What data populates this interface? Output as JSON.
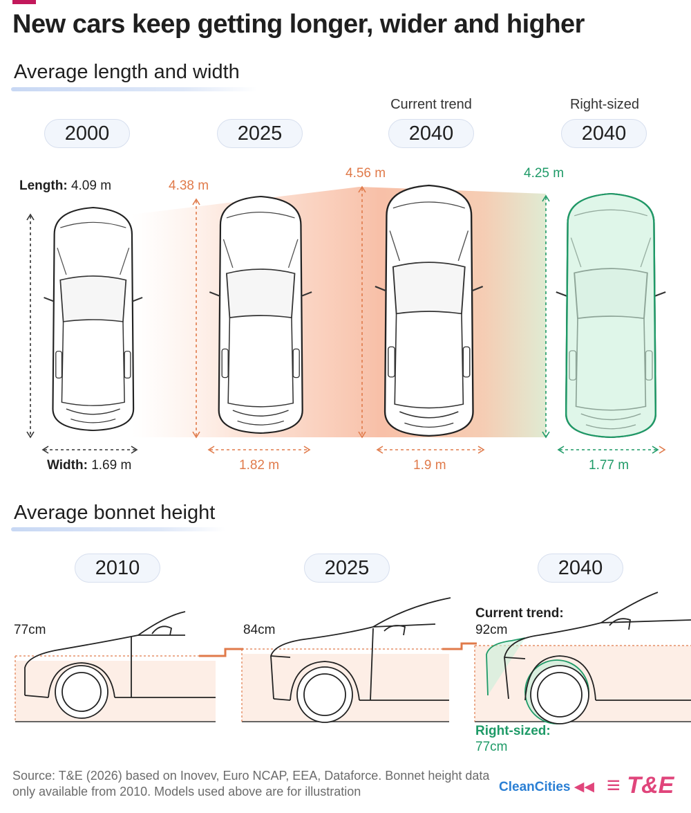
{
  "title": "New cars keep getting longer, wider and higher",
  "section_length_width": {
    "heading": "Average length and width",
    "scenarios": {
      "current": "Current trend",
      "right": "Right-sized"
    },
    "cars": [
      {
        "year": "2000",
        "length_label": "Length:",
        "length": "4.09 m",
        "width_label": "Width:",
        "width": "1.69 m",
        "color": "#333333"
      },
      {
        "year": "2025",
        "length": "4.38 m",
        "width": "1.82 m",
        "color": "#e07a4a"
      },
      {
        "year": "2040",
        "length": "4.56 m",
        "width": "1.9 m",
        "color": "#e07a4a"
      },
      {
        "year": "2040",
        "length": "4.25 m",
        "width": "1.77 m",
        "color": "#1e9a67"
      }
    ]
  },
  "section_bonnet": {
    "heading": "Average bonnet height",
    "panels": [
      {
        "year": "2010",
        "height": "77cm"
      },
      {
        "year": "2025",
        "height": "84cm"
      },
      {
        "year": "2040",
        "current_label": "Current trend:",
        "current_height": "92cm",
        "right_label": "Right-sized:",
        "right_height": "77cm"
      }
    ]
  },
  "footer": {
    "source": "Source: T&E (2026) based on Inovev, Euro NCAP, EEA, Dataforce. Bonnet height data only available from 2010. Models used above are for illustration",
    "logo_cleancities": "CleanCities",
    "logo_te": "T&E"
  },
  "colors": {
    "accent": "#c2185b",
    "orange": "#e07a4a",
    "green": "#1e9a67",
    "pill_bg": "#f2f6fc"
  }
}
